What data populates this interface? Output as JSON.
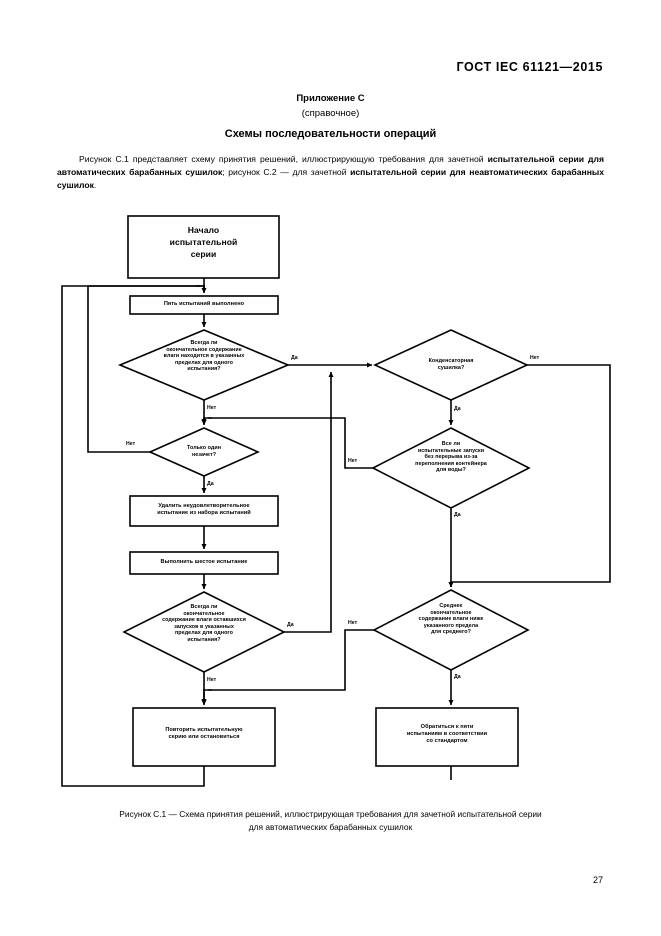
{
  "document": {
    "header": "ГОСТ IEC 61121—2015",
    "annex_title": "Приложение С",
    "annex_subtitle": "(справочное)",
    "section_title": "Схемы последовательности операций",
    "intro_paragraph": "Рисунок С.1 представляет схему принятия решений, иллюстрирующую требования для зачетной испытательной серии для автоматических барабанных сушилок; рисунок С.2 — для зачетной испытательной серии для неавтоматических барабанных сушилок.",
    "intro_run_1": "Рисунок С.1 представляет схему принятия решений, иллюстрирующую требования для зачетной ",
    "intro_run_2_bold": "испытательной серии",
    "intro_run_3": " для ",
    "intro_run_4_bold": "автоматических барабанных сушилок",
    "intro_run_5": "; рисунок С.2 — для зачетной ",
    "intro_run_6_bold": "испытательной серии",
    "intro_run_7": " для ",
    "intro_run_8_bold": "неавтоматических барабанных сушилок",
    "intro_run_9": ".",
    "caption_line_1": "Рисунок С.1 — Схема принятия решений, иллюстрирующая требования для зачетной испытательной серии",
    "caption_line_2": "для автоматических барабанных сушилок",
    "page_number": "27"
  },
  "chart_data": {
    "type": "diagram",
    "title": "Схема принятия решений для зачетной испытательной серии автоматических барабанных сушилок",
    "nodes": [
      {
        "id": "start",
        "shape": "terminator",
        "text": "Начало\nиспытательной\nсерии"
      },
      {
        "id": "five_tests",
        "shape": "process",
        "text": "Пять испытаний выполнено"
      },
      {
        "id": "d1",
        "shape": "decision",
        "text": "Всегда ли\nокончательное содержание\nвлаги находится в указанных\nпределах для одного\nиспытания?"
      },
      {
        "id": "d2",
        "shape": "decision",
        "text": "Только один\nнезачет?"
      },
      {
        "id": "remove",
        "shape": "process",
        "text": "Удалить неудовлетворительное\nиспытание из набора испытаний"
      },
      {
        "id": "sixth",
        "shape": "process",
        "text": "Выполнить шестое испытание"
      },
      {
        "id": "d3",
        "shape": "decision",
        "text": "Всегда ли\nокончательное\nсодержание влаги оставшихся\nзапусков в указанных\nпределах для одного\nиспытания?"
      },
      {
        "id": "d4",
        "shape": "decision",
        "text": "Конденсаторная\nсушилка?"
      },
      {
        "id": "d5",
        "shape": "decision",
        "text": "Все ли\nиспытательные запуски\nбез перерыва из-за\nпереполнения контейнера\nдля воды?"
      },
      {
        "id": "d6",
        "shape": "decision",
        "text": "Среднее\nокончательное\nсодержание влаги ниже\nуказанного предела\nдля среднего?"
      },
      {
        "id": "repeat",
        "shape": "process",
        "text": "Повторить испытательную\nсерию или остановиться"
      },
      {
        "id": "accept",
        "shape": "process",
        "text": "Обратиться к пяти\nиспытаниям в соответствии\nсо стандартом"
      }
    ],
    "edges": [
      {
        "from": "start",
        "to": "five_tests",
        "label": ""
      },
      {
        "from": "five_tests",
        "to": "d1",
        "label": ""
      },
      {
        "from": "d1",
        "to": "d4",
        "label": "Да"
      },
      {
        "from": "d1",
        "to": "d2",
        "label": "Нет"
      },
      {
        "from": "d2",
        "to": "remove",
        "label": "Да"
      },
      {
        "from": "d2",
        "to": "five_tests",
        "label": "Нет"
      },
      {
        "from": "remove",
        "to": "sixth",
        "label": ""
      },
      {
        "from": "sixth",
        "to": "d3",
        "label": ""
      },
      {
        "from": "d3",
        "to": "d1",
        "label": "Да"
      },
      {
        "from": "d3",
        "to": "repeat",
        "label": "Нет"
      },
      {
        "from": "d4",
        "to": "d6",
        "label": "Нет"
      },
      {
        "from": "d4",
        "to": "d5",
        "label": "Да"
      },
      {
        "from": "d5",
        "to": "d6",
        "label": "Да"
      },
      {
        "from": "d5",
        "to": "d1",
        "label": "Нет"
      },
      {
        "from": "d6",
        "to": "accept",
        "label": "Да"
      },
      {
        "from": "d6",
        "to": "repeat",
        "label": "Нет"
      },
      {
        "from": "repeat",
        "to": "five_tests",
        "label": ""
      }
    ],
    "labels": {
      "yes": "Да",
      "no": "Нет"
    },
    "colors": {
      "stroke": "#000000",
      "fill": "#ffffff",
      "background": "#ffffff"
    }
  }
}
